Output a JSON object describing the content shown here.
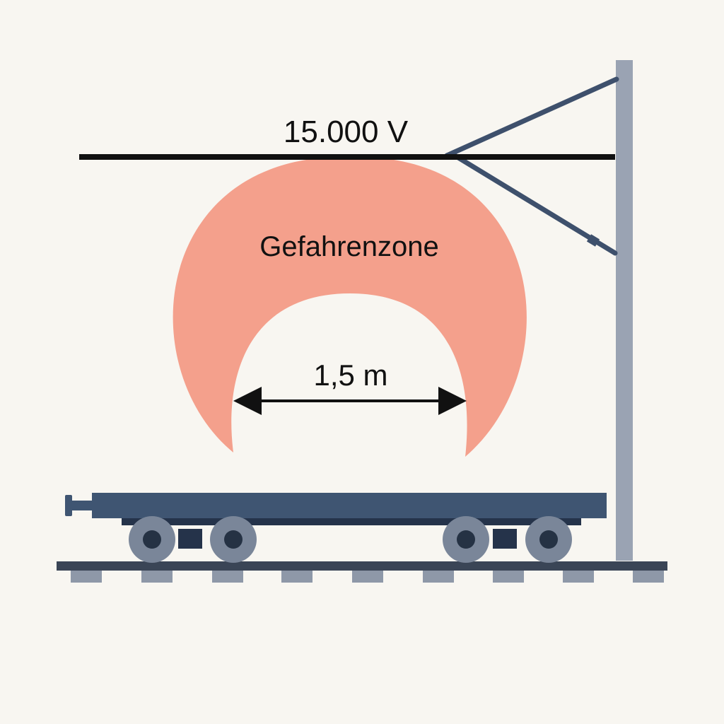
{
  "labels": {
    "voltage": "15.000 V",
    "danger_zone": "Gefahrenzone",
    "distance": "1,5 m"
  },
  "colors": {
    "background": "#f8f6f1",
    "danger_zone": "#f4a08c",
    "wire": "#111111",
    "mast": "#9aa3b3",
    "mast_arm": "#3e506c",
    "wagon": "#3f5572",
    "wagon_dark": "#25334a",
    "wheel": "#7a8699",
    "wheel_hub": "#253244",
    "rail": "#3a4556",
    "sleeper": "#8e98a8",
    "text": "#111111"
  }
}
